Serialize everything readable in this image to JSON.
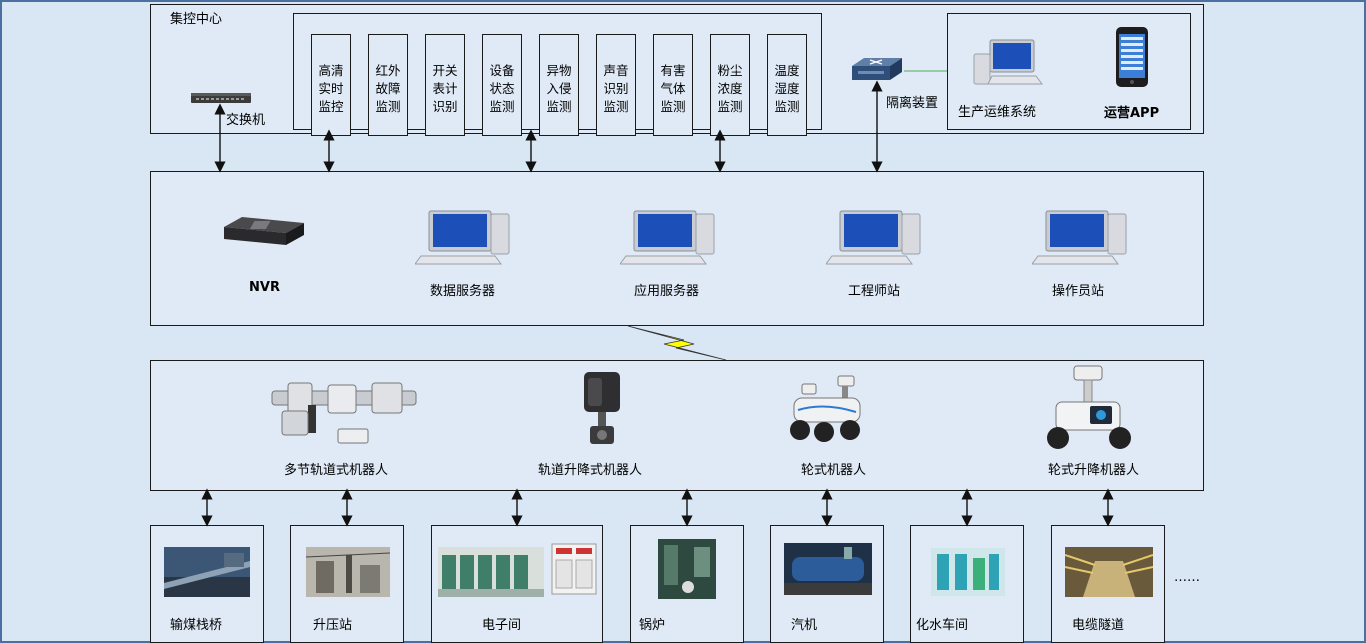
{
  "control_center": {
    "title": "集控中心",
    "switch_label": "交换机",
    "isolation_label": "隔离装置",
    "monitors": [
      [
        "高清",
        "实时",
        "监控"
      ],
      [
        "红外",
        "故障",
        "监测"
      ],
      [
        "开关",
        "表计",
        "识别"
      ],
      [
        "设备",
        "状态",
        "监测"
      ],
      [
        "异物",
        "入侵",
        "监测"
      ],
      [
        "声音",
        "识别",
        "监测"
      ],
      [
        "有害",
        "气体",
        "监测"
      ],
      [
        "粉尘",
        "浓度",
        "监测"
      ],
      [
        "温度",
        "湿度",
        "监测"
      ]
    ],
    "apps": [
      "生产运维系统",
      "运营APP"
    ]
  },
  "server_layer": [
    "NVR",
    "数据服务器",
    "应用服务器",
    "工程师站",
    "操作员站"
  ],
  "robot_layer": [
    "多节轨道式机器人",
    "轨道升降式机器人",
    "轮式机器人",
    "轮式升降机器人"
  ],
  "sites": [
    "输煤栈桥",
    "升压站",
    "电子间",
    "锅炉",
    "汽机",
    "化水车间",
    "电缆隧道"
  ],
  "more": "……",
  "colors": {
    "background": "#d9e6f3",
    "box_fill": "#dfeaf6",
    "line": "#1a1a1a",
    "lightning": "#ffff00"
  }
}
